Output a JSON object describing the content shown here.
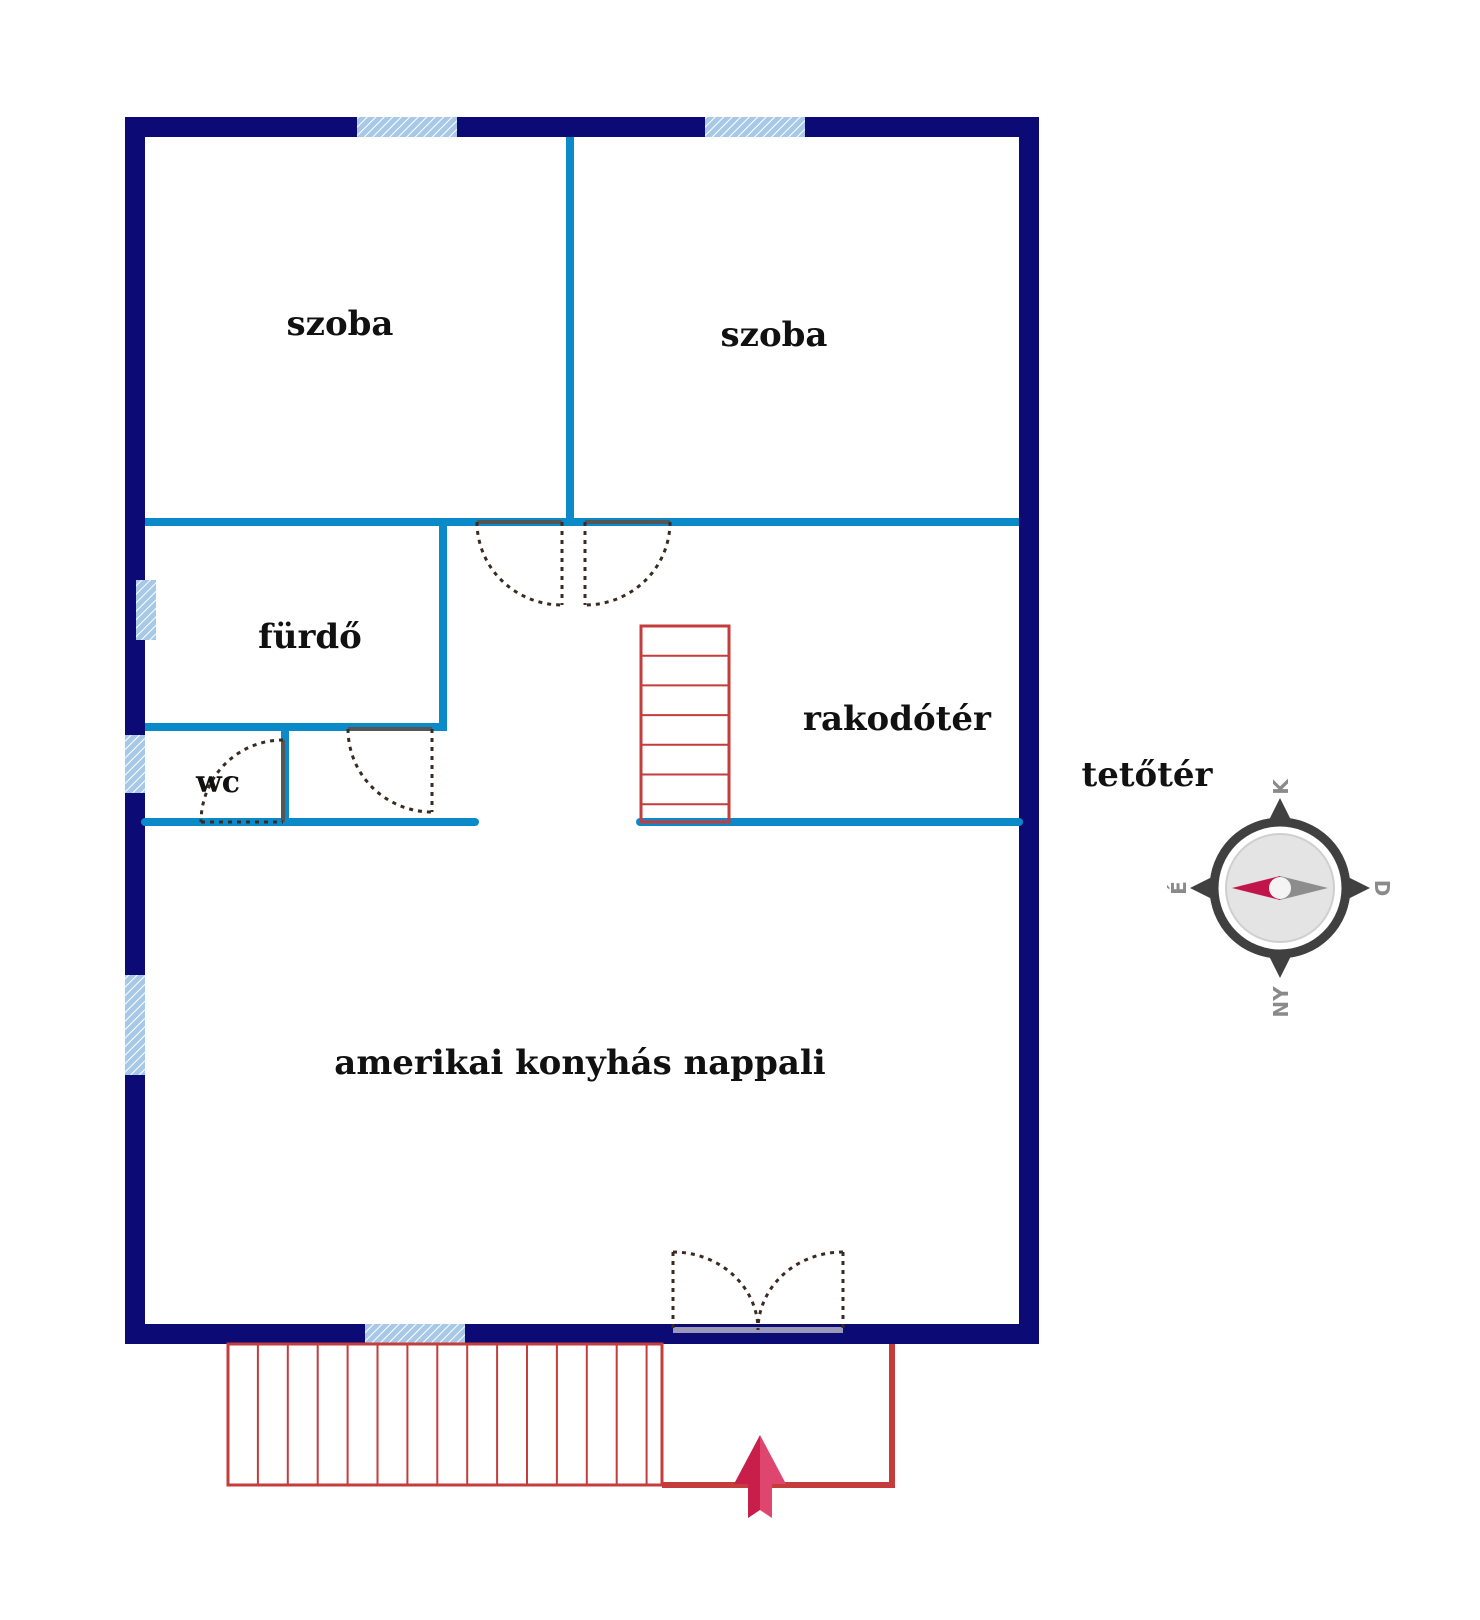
{
  "rooms": {
    "szoba_left": "szoba",
    "szoba_right": "szoba",
    "furdo": "fürdő",
    "wc": "wc",
    "rakodoter": "rakodótér",
    "nappali": "amerikai konyhás nappali"
  },
  "floor_label": "tetőtér",
  "compass": {
    "north": "K",
    "south": "NY",
    "east": "D",
    "west": "É"
  },
  "colors": {
    "outer_wall": "#0c0a74",
    "inner_wall": "#0b8ac9",
    "window": "#a7c8e6",
    "stair": "#c43c3c",
    "door_arc": "#3a2a20",
    "entrance_arrow": "#c81e4a",
    "compass_ring": "#404040",
    "compass_needle": "#c0144a"
  }
}
